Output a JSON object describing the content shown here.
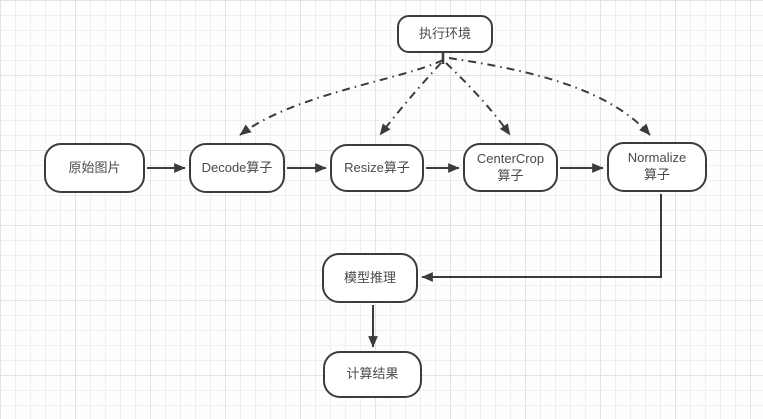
{
  "diagram": {
    "nodes": {
      "exec_env": {
        "label": "执行环境"
      },
      "original_image": {
        "label": "原始图片"
      },
      "decode_op": {
        "label": "Decode算子"
      },
      "resize_op": {
        "label": "Resize算子"
      },
      "centercrop_op": {
        "label": "CenterCrop\n算子"
      },
      "normalize_op": {
        "label": "Normalize\n算子"
      },
      "model_inference": {
        "label": "模型推理"
      },
      "compute_result": {
        "label": "计算结果"
      }
    },
    "edges": [
      {
        "from": "原始图片",
        "to": "Decode算子",
        "style": "solid-arrow"
      },
      {
        "from": "Decode算子",
        "to": "Resize算子",
        "style": "solid-arrow"
      },
      {
        "from": "Resize算子",
        "to": "CenterCrop算子",
        "style": "solid-arrow"
      },
      {
        "from": "CenterCrop算子",
        "to": "Normalize算子",
        "style": "solid-arrow"
      },
      {
        "from": "Normalize算子",
        "to": "模型推理",
        "style": "solid-elbow-arrow"
      },
      {
        "from": "模型推理",
        "to": "计算结果",
        "style": "solid-arrow"
      },
      {
        "from": "执行环境",
        "to": "Decode算子",
        "style": "dash-dot-curve-arrow"
      },
      {
        "from": "执行环境",
        "to": "Resize算子",
        "style": "dash-dot-curve-arrow"
      },
      {
        "from": "执行环境",
        "to": "CenterCrop算子",
        "style": "dash-dot-curve-arrow"
      },
      {
        "from": "执行环境",
        "to": "Normalize算子",
        "style": "dash-dot-curve-arrow"
      }
    ],
    "colors": {
      "canvas_bg": "#fefefe",
      "grid_minor": "#efefef",
      "grid_major": "#e3e3e3",
      "node_fill": "#ffffff",
      "node_border": "#3c3c3c",
      "text": "#4a4a4a",
      "edge": "#3b3b3b"
    }
  }
}
